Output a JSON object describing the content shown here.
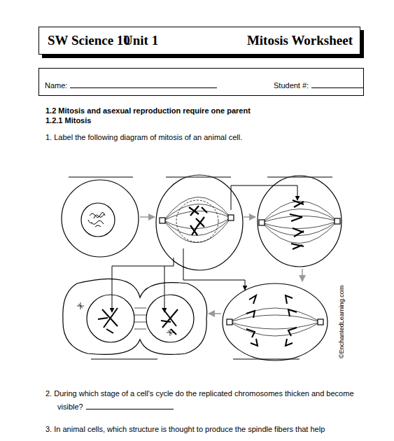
{
  "diagram": {
    "nodes": [
      {
        "text": [
          "SW Science 10",
          "Unit 1",
          "Mitosis Worksheet"
        ]
      },
      {
        "text": [
          "Name:",
          "Student #:"
        ]
      }
    ],
    "labels": [
      "1.2 Mitosis and asexual reproduction require one parent",
      "1.2.1 Mitosis",
      "1. Label the following diagram of mitosis of an animal cell.",
      "©EnchantedLearning.com",
      "2. During which stage of a cell's cycle do the replicated chromosomes thicken and become visible?",
      "3. In animal cells, which structure is thought to produce the spindle fibers that help"
    ]
  }
}
